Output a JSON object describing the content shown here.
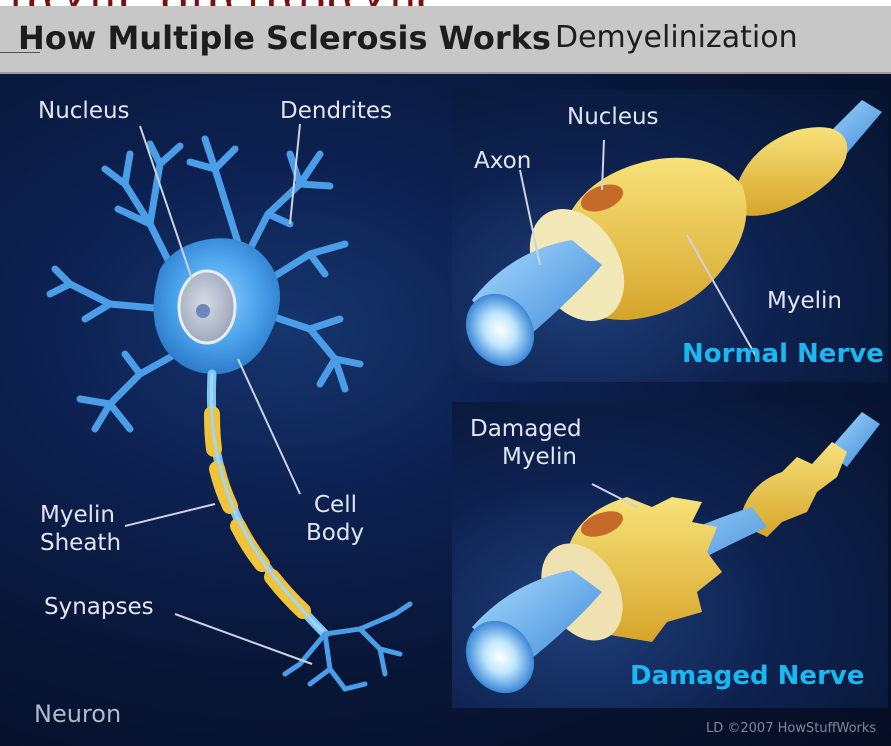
{
  "header": {
    "red_text": "ίαχμζ διαταραχής"
  },
  "title": {
    "main": "How Multiple Sclerosis Works",
    "sub": "Demyelinization"
  },
  "neuron": {
    "labels": {
      "nucleus": "Nucleus",
      "dendrites": "Dendrites",
      "myelin_sheath_1": "Myelin",
      "myelin_sheath_2": "Sheath",
      "cell_body_1": "Cell",
      "cell_body_2": "Body",
      "synapses": "Synapses",
      "neuron": "Neuron"
    }
  },
  "normal_nerve": {
    "title": "Normal Nerve",
    "labels": {
      "nucleus": "Nucleus",
      "axon": "Axon",
      "myelin": "Myelin"
    }
  },
  "damaged_nerve": {
    "title": "Damaged Nerve",
    "labels": {
      "damaged_myelin_1": "Damaged",
      "damaged_myelin_2": "Myelin"
    }
  },
  "credit": "LD ©2007 HowStuffWorks",
  "colors": {
    "title_bar": "#c7c7c7",
    "background": "#081636",
    "neuron_blue": "#3d8ee0",
    "myelin_yellow": "#f0c43a",
    "nerve_title": "#19b8f0",
    "header_red": "#7a1010"
  }
}
